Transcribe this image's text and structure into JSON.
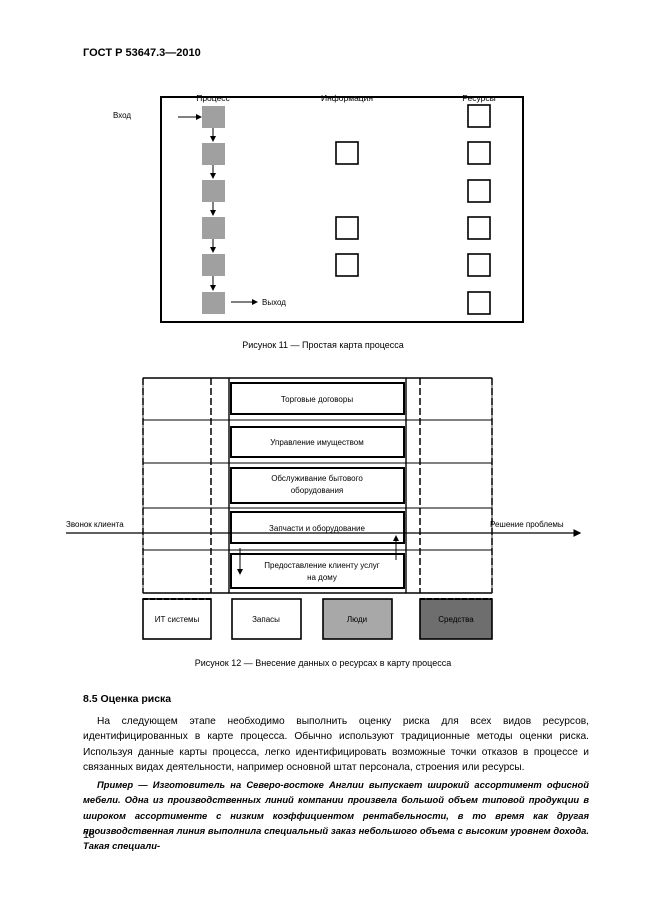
{
  "header": {
    "standard": "ГОСТ Р 53647.3—2010"
  },
  "figure11": {
    "columns": [
      "Процесс",
      "Информация",
      "Ресурсы"
    ],
    "input_label": "Вход",
    "output_label": "Выход",
    "caption": "Рисунок 11 — Простая карта процесса"
  },
  "figure12": {
    "rows": [
      "Торговые договоры",
      "Управление имуществом",
      "Обслуживание бытового оборудования",
      "Запчасти и оборудование",
      "Предоставление клиенту услуг на дому"
    ],
    "client_call": "Звонок клиента",
    "problem_solution": "Решение проблемы",
    "legend": [
      {
        "label": "ИТ системы",
        "fill": "#ffffff"
      },
      {
        "label": "Запасы",
        "fill": "#ffffff"
      },
      {
        "label": "Люди",
        "fill": "#a8a8a8"
      },
      {
        "label": "Средства",
        "fill": "#6e6e6e"
      }
    ],
    "caption": "Рисунок 12 — Внесение данных о ресурсах в карту процесса"
  },
  "section": {
    "title": "8.5 Оценка риска",
    "paragraph": "На следующем этапе необходимо выполнить оценку риска для всех видов ресурсов, идентифицированных в карте процесса. Обычно используют традиционные методы оценки риска. Используя данные карты процесса, легко идентифицировать возможные точки отказов в процессе и связанных видах деятельности, например основной штат персонала, строения или ресурсы.",
    "example": "Пример — Изготовитель на Северо-востоке Англии выпускает широкий ассортимент офисной мебели. Одна из производственных линий компании произвела большой объем типовой продукции в широком ассортименте с низким коэффициентом рентабельности, в то время как другая производственная линия выполнила специальный заказ небольшого объема с высоким уровнем дохода. Такая специали-"
  },
  "page_number": "18"
}
